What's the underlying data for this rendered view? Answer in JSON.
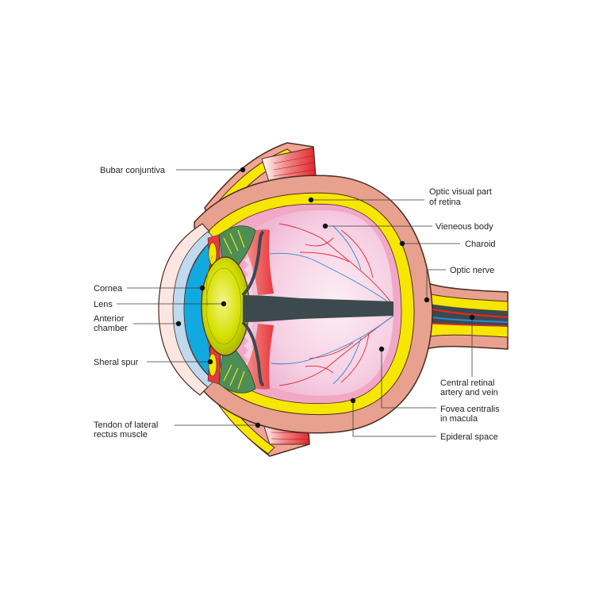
{
  "labels": {
    "bulbar_conjunctiva": "Bubar conjuntiva",
    "optic_visual_retina": [
      "Optic visual part",
      "of retina"
    ],
    "vitreous_body": "Vieneous body",
    "choroid": "Charoid",
    "optic_nerve": "Optic nerve",
    "cornea": "Cornea",
    "lens": "Lens",
    "anterior_chamber": [
      "Anterior",
      "chamber"
    ],
    "scleral_spur": "Sheral spur",
    "tendon_lateral_rectus": [
      "Tendon of lateral",
      "rectus muscle"
    ],
    "central_retinal_vessels": [
      "Central retinal",
      "artery and vein"
    ],
    "fovea_centralis": [
      "Fovea centralis",
      "in macula"
    ],
    "epidural_space": "Epideral space"
  },
  "colors": {
    "sclera": "#e8a18f",
    "sclera_dark": "#d98b78",
    "conjunctiva_yellow": "#f7e600",
    "muscle_red": "#e3262b",
    "vitreous": "#f6cfe3",
    "vitreous_light": "#fbe6f0",
    "retina_pink": "#f2a7c6",
    "cornea_blue": "#bfd9ee",
    "anterior_blue": "#12a9e0",
    "lens_green": "#d7e000",
    "ciliary_green": "#4e8d55",
    "iris_red": "#e8383d",
    "dark_gray": "#3c4a4e",
    "artery": "#e3262b",
    "vein": "#2b88d8",
    "outline": "#4a2a20"
  }
}
